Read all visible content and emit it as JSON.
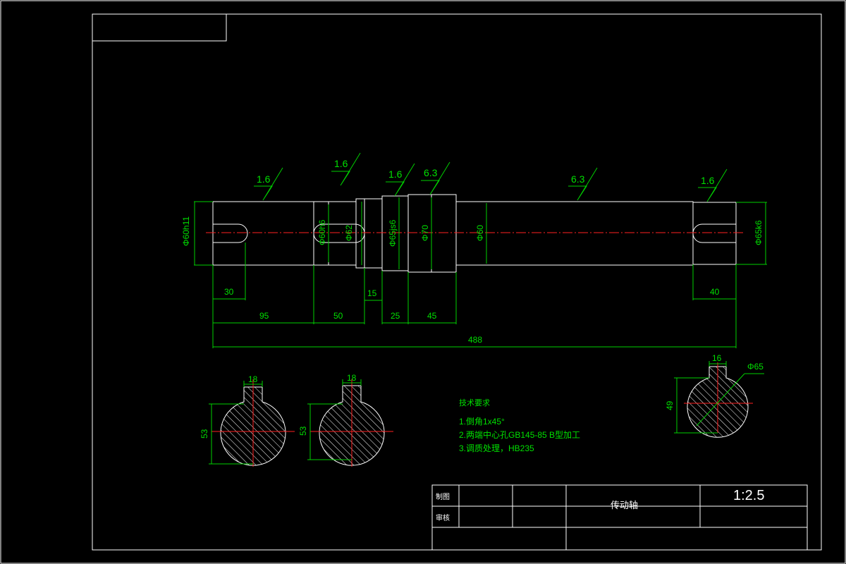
{
  "dimensions": {
    "horizontal": [
      "30",
      "95",
      "50",
      "15",
      "25",
      "45",
      "488",
      "40"
    ],
    "diameters": [
      "Φ60h11",
      "Φ60h6",
      "Φ62",
      "Φ65js6",
      "Φ70",
      "Φ60",
      "Φ65k6"
    ],
    "sections": {
      "a_width": "18",
      "a_height": "53",
      "b_width": "18",
      "b_height": "53",
      "c_width": "16",
      "c_height": "49",
      "c_dia": "Φ65"
    }
  },
  "roughness": [
    "1.6",
    "1.6",
    "1.6",
    "6.3",
    "6.3",
    "1.6"
  ],
  "notes": {
    "heading": "技术要求",
    "items": [
      "1.倒角1x45°",
      "2.两端中心孔GB145-85 B型加工",
      "3.调质处理，HB235"
    ]
  },
  "title_block": {
    "row1_label": "制图",
    "row2_label": "审核",
    "part_name": "传动轴",
    "scale": "1:2.5"
  },
  "colors": {
    "outline": "#ffffff",
    "dimension": "#00d000",
    "centerline": "#ff2020",
    "background": "#000000"
  }
}
